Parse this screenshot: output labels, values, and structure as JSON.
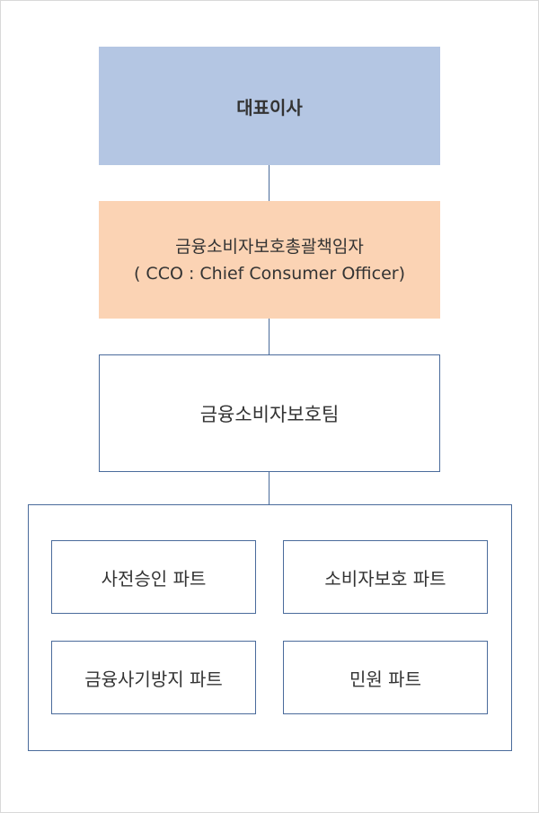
{
  "diagram": {
    "ceo": {
      "label": "대표이사"
    },
    "cco": {
      "line1": "금융소비자보호총괄책임자",
      "line2": "( CCO : Chief Consumer Officer)"
    },
    "team": {
      "label": "금융소비자보호팀"
    },
    "parts": [
      {
        "label": "사전승인 파트"
      },
      {
        "label": "소비자보호 파트"
      },
      {
        "label": "금융사기방지 파트"
      },
      {
        "label": "민원 파트"
      }
    ]
  },
  "colors": {
    "ceo_fill": "#b4c6e3",
    "cco_fill": "#fbd3b4",
    "line": "#4a6b9b"
  }
}
